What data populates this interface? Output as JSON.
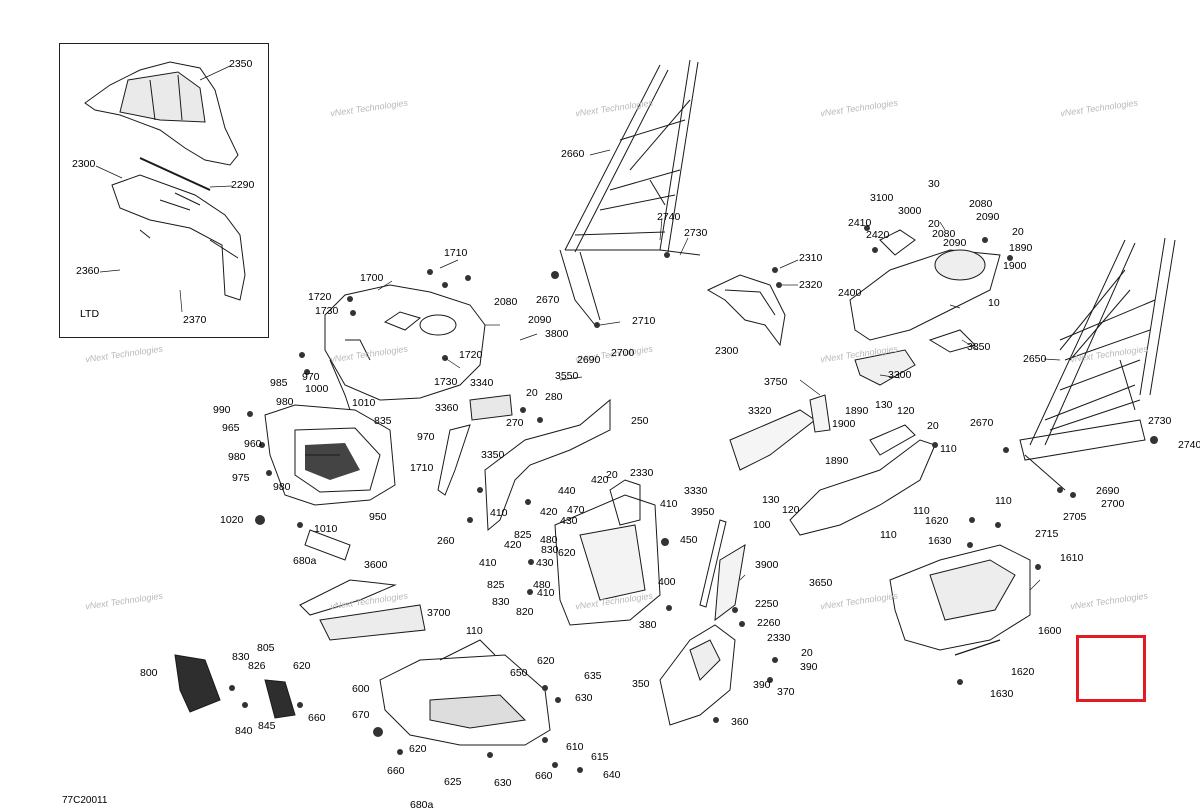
{
  "diagram": {
    "figure_code": "77C20011",
    "inset_label": "LTD",
    "watermark": "vNext Technologies",
    "highlight_color": "#e31b23",
    "callouts": [
      {
        "text": "2350"
      },
      {
        "text": "2300"
      },
      {
        "text": "2290"
      },
      {
        "text": "2360"
      },
      {
        "text": "2370"
      },
      {
        "text": "2660"
      },
      {
        "text": "2740"
      },
      {
        "text": "2730"
      },
      {
        "text": "2670"
      },
      {
        "text": "2710"
      },
      {
        "text": "2690"
      },
      {
        "text": "2700"
      },
      {
        "text": "2310"
      },
      {
        "text": "2320"
      },
      {
        "text": "2300"
      },
      {
        "text": "30"
      },
      {
        "text": "3100"
      },
      {
        "text": "3000"
      },
      {
        "text": "2410"
      },
      {
        "text": "2420"
      },
      {
        "text": "20"
      },
      {
        "text": "2080"
      },
      {
        "text": "2090"
      },
      {
        "text": "2080"
      },
      {
        "text": "2090"
      },
      {
        "text": "20"
      },
      {
        "text": "1890"
      },
      {
        "text": "1900"
      },
      {
        "text": "2400"
      },
      {
        "text": "10"
      },
      {
        "text": "3850"
      },
      {
        "text": "1710"
      },
      {
        "text": "1700"
      },
      {
        "text": "1720"
      },
      {
        "text": "1730"
      },
      {
        "text": "2080"
      },
      {
        "text": "2090"
      },
      {
        "text": "3800"
      },
      {
        "text": "1720"
      },
      {
        "text": "1730"
      },
      {
        "text": "3550"
      },
      {
        "text": "985"
      },
      {
        "text": "970"
      },
      {
        "text": "1000"
      },
      {
        "text": "980"
      },
      {
        "text": "1010"
      },
      {
        "text": "990"
      },
      {
        "text": "965"
      },
      {
        "text": "835"
      },
      {
        "text": "970"
      },
      {
        "text": "960"
      },
      {
        "text": "980"
      },
      {
        "text": "975"
      },
      {
        "text": "980"
      },
      {
        "text": "1710"
      },
      {
        "text": "1020"
      },
      {
        "text": "1010"
      },
      {
        "text": "950"
      },
      {
        "text": "680a"
      },
      {
        "text": "3340"
      },
      {
        "text": "3360"
      },
      {
        "text": "20"
      },
      {
        "text": "280"
      },
      {
        "text": "270"
      },
      {
        "text": "250"
      },
      {
        "text": "3350"
      },
      {
        "text": "260"
      },
      {
        "text": "3300"
      },
      {
        "text": "2650"
      },
      {
        "text": "3750"
      },
      {
        "text": "3320"
      },
      {
        "text": "130"
      },
      {
        "text": "1890"
      },
      {
        "text": "120"
      },
      {
        "text": "1900"
      },
      {
        "text": "20"
      },
      {
        "text": "110"
      },
      {
        "text": "1890"
      },
      {
        "text": "2670"
      },
      {
        "text": "2730"
      },
      {
        "text": "2740"
      },
      {
        "text": "20"
      },
      {
        "text": "420"
      },
      {
        "text": "440"
      },
      {
        "text": "2330"
      },
      {
        "text": "410"
      },
      {
        "text": "420"
      },
      {
        "text": "470"
      },
      {
        "text": "430"
      },
      {
        "text": "410"
      },
      {
        "text": "825"
      },
      {
        "text": "480"
      },
      {
        "text": "420"
      },
      {
        "text": "830"
      },
      {
        "text": "620"
      },
      {
        "text": "430"
      },
      {
        "text": "410"
      },
      {
        "text": "825"
      },
      {
        "text": "480"
      },
      {
        "text": "410"
      },
      {
        "text": "830"
      },
      {
        "text": "820"
      },
      {
        "text": "3330"
      },
      {
        "text": "130"
      },
      {
        "text": "120"
      },
      {
        "text": "100"
      },
      {
        "text": "110"
      },
      {
        "text": "110"
      },
      {
        "text": "110"
      },
      {
        "text": "1620"
      },
      {
        "text": "1630"
      },
      {
        "text": "2690"
      },
      {
        "text": "2700"
      },
      {
        "text": "2705"
      },
      {
        "text": "2715"
      },
      {
        "text": "450"
      },
      {
        "text": "3950"
      },
      {
        "text": "3900"
      },
      {
        "text": "400"
      },
      {
        "text": "1610"
      },
      {
        "text": "3600"
      },
      {
        "text": "3700"
      },
      {
        "text": "3650"
      },
      {
        "text": "2250"
      },
      {
        "text": "2260"
      },
      {
        "text": "380"
      },
      {
        "text": "2330"
      },
      {
        "text": "20"
      },
      {
        "text": "390"
      },
      {
        "text": "390"
      },
      {
        "text": "370"
      },
      {
        "text": "350"
      },
      {
        "text": "360"
      },
      {
        "text": "1600"
      },
      {
        "text": "1620"
      },
      {
        "text": "1630"
      },
      {
        "text": "110"
      },
      {
        "text": "800"
      },
      {
        "text": "830"
      },
      {
        "text": "805"
      },
      {
        "text": "826"
      },
      {
        "text": "620"
      },
      {
        "text": "840"
      },
      {
        "text": "845"
      },
      {
        "text": "660"
      },
      {
        "text": "620"
      },
      {
        "text": "650"
      },
      {
        "text": "635"
      },
      {
        "text": "600"
      },
      {
        "text": "630"
      },
      {
        "text": "670"
      },
      {
        "text": "620"
      },
      {
        "text": "660"
      },
      {
        "text": "610"
      },
      {
        "text": "615"
      },
      {
        "text": "660"
      },
      {
        "text": "640"
      },
      {
        "text": "625"
      },
      {
        "text": "630"
      },
      {
        "text": "680a"
      }
    ]
  }
}
